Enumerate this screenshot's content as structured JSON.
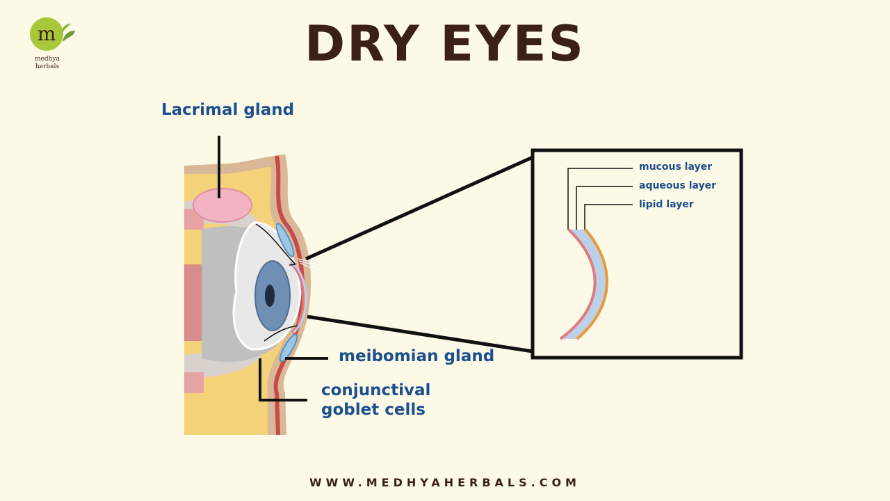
{
  "title": "DRY EYES",
  "brand": {
    "logo_letter": "m",
    "name_line1": "medhya",
    "name_line2": "herbals"
  },
  "labels": {
    "lacrimal_gland": "Lacrimal gland",
    "meibomian_gland": "meibomian gland",
    "goblet_line1": "conjunctival",
    "goblet_line2": "goblet cells"
  },
  "tear_film_layers": [
    "mucous layer",
    "aqueous layer",
    "lipid layer"
  ],
  "website": "WWW.MEDHYAHERBALS.COM",
  "colors": {
    "background": "#fdf9e7",
    "title": "#3a2113",
    "label_blue": "#1c4f8d",
    "logo_green": "#a8c83a",
    "mucous": "#e07a80",
    "aqueous": "#bdd0ea",
    "lipid": "#e89a3a"
  }
}
